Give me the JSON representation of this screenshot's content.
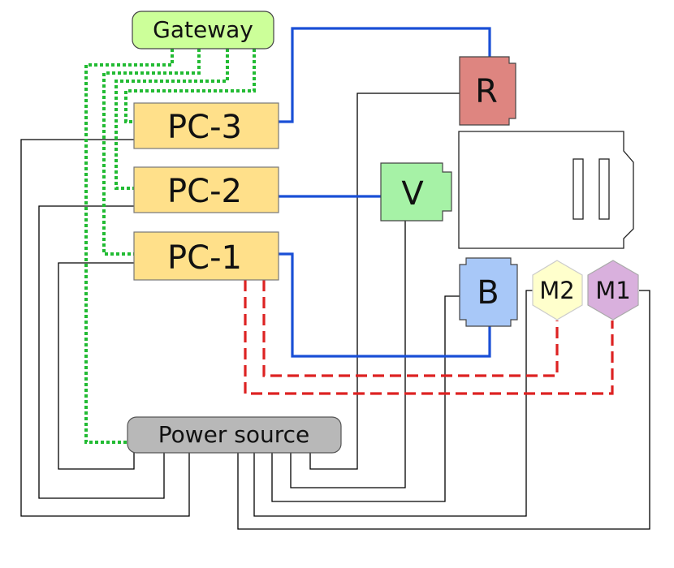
{
  "diagram": {
    "nodes": {
      "gateway": {
        "label": "Gateway",
        "color": "#ccff99"
      },
      "pc3": {
        "label": "PC-3",
        "color": "#ffe08a"
      },
      "pc2": {
        "label": "PC-2",
        "color": "#ffe08a"
      },
      "pc1": {
        "label": "PC-1",
        "color": "#ffe08a"
      },
      "r": {
        "label": "R",
        "color": "#de8580"
      },
      "v": {
        "label": "V",
        "color": "#a6f2a6"
      },
      "b": {
        "label": "B",
        "color": "#a8c8f8"
      },
      "m2": {
        "label": "M2",
        "color": "#ffffcc"
      },
      "m1": {
        "label": "M1",
        "color": "#d9b0dd"
      },
      "power": {
        "label": "Power source",
        "color": "#b8b8b8"
      }
    },
    "line_colors": {
      "network": "#22bb33",
      "video": "#1a4fd6",
      "control": "#dd2222",
      "power": "#000000"
    }
  }
}
